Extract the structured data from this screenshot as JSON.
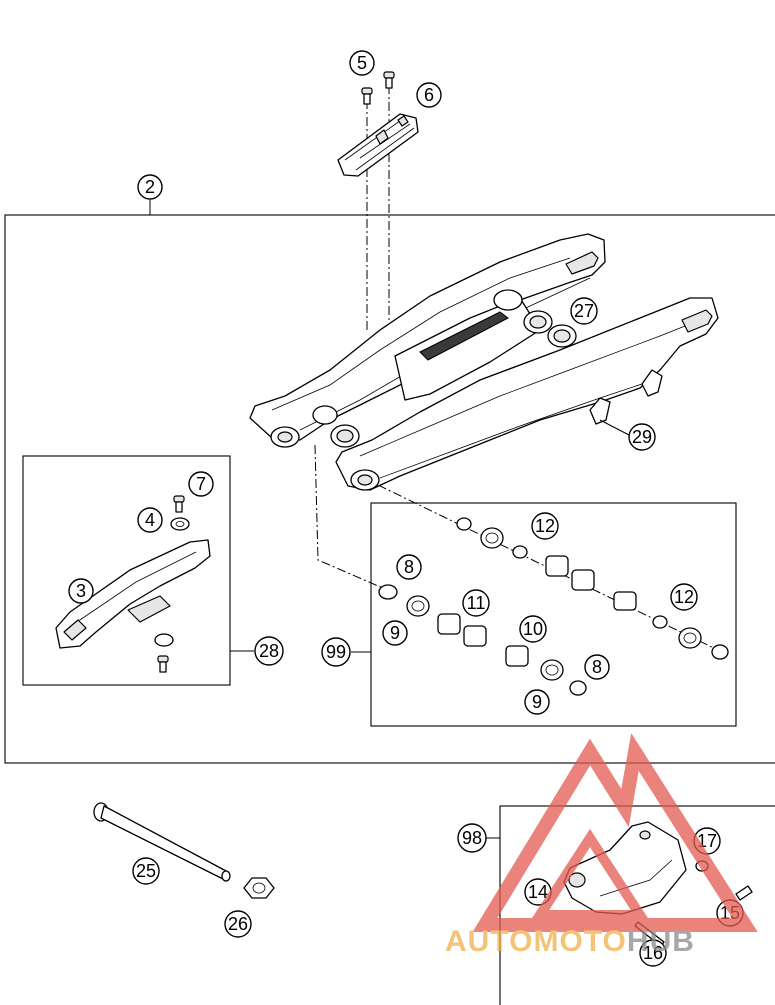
{
  "callouts": {
    "c2": "2",
    "c3": "3",
    "c4": "4",
    "c5": "5",
    "c6": "6",
    "c7": "7",
    "c8a": "8",
    "c8b": "8",
    "c9a": "9",
    "c9b": "9",
    "c10": "10",
    "c11": "11",
    "c12a": "12",
    "c12b": "12",
    "c14": "14",
    "c15": "15",
    "c16": "16",
    "c17": "17",
    "c25": "25",
    "c26": "26",
    "c27": "27",
    "c28": "28",
    "c29": "29",
    "c98": "98",
    "c99": "99"
  },
  "watermark": {
    "part1": "AUTO",
    "part2": "MOTO",
    "part3": "HUB",
    "color_red": "#e35a4f",
    "color_orange": "#f2b04a",
    "color_grey": "#8a8a8a"
  }
}
